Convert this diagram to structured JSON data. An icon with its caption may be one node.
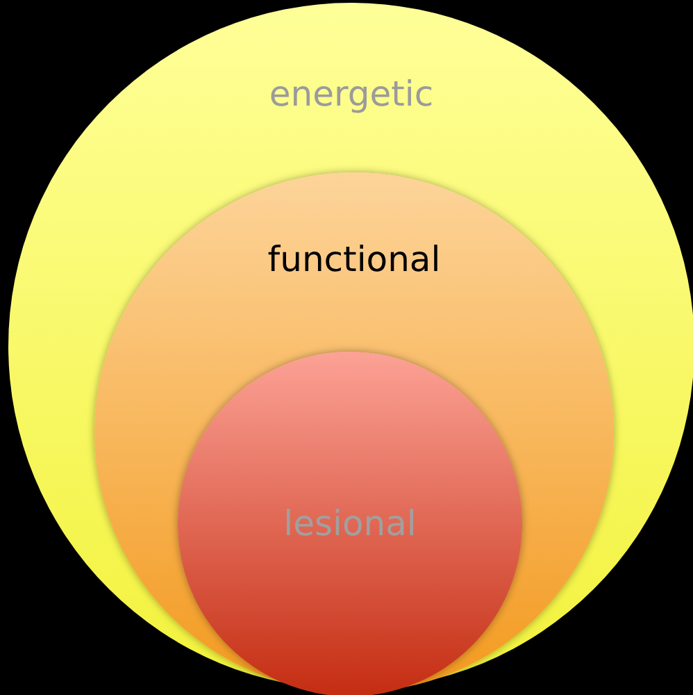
{
  "diagram": {
    "nodes": [
      {
        "text": [
          "energetic"
        ]
      },
      {
        "text": [
          "functional"
        ],
        "in": 0
      },
      {
        "text": [
          "lesional"
        ],
        "in": 1
      }
    ]
  }
}
